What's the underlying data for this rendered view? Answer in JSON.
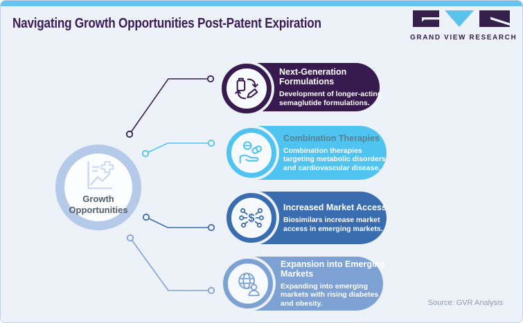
{
  "colors": {
    "background": "#edf2f8",
    "top_bar": "#67c3ef",
    "title_text": "#3a1d55",
    "hub_ring": "#b5c9e8",
    "hub_icon": "#c9d8ee",
    "hub_text": "#545c68",
    "logo_purple": "#34204a",
    "logo_cyan": "#5bc2ee",
    "source_text": "#909aa9"
  },
  "header": {
    "title": "Navigating Growth Opportunities Post-Patent Expiration",
    "brand": "GRAND VIEW RESEARCH"
  },
  "hub": {
    "label": "Growth Opportunities",
    "icon": "growth-chart-icon"
  },
  "cards": [
    {
      "title": "Next-Generation Formulations",
      "description": "Development of longer-acting semaglutide formulations.",
      "color": "#371b4e",
      "title_color": "#ffffff",
      "icon": "formulation-cycle-icon"
    },
    {
      "title": "Combination Therapies",
      "description": "Combination therapies targeting metabolic disorders and cardiovascular disease.",
      "color": "#4fc4f1",
      "title_color": "#5a7f8e",
      "icon": "hand-pills-icon"
    },
    {
      "title": "Increased Market Access",
      "description": "Biosimilars increase market access in emerging markets.",
      "color": "#3a6cb0",
      "title_color": "#ffffff",
      "icon": "dollar-network-icon"
    },
    {
      "title": "Expansion into Emerging Markets",
      "description": "Expanding into emerging markets with rising diabetes and obesity.",
      "color": "#7ea1d3",
      "title_color": "#ffffff",
      "icon": "globe-person-icon"
    }
  ],
  "footer": {
    "source": "Source: GVR Analysis"
  }
}
